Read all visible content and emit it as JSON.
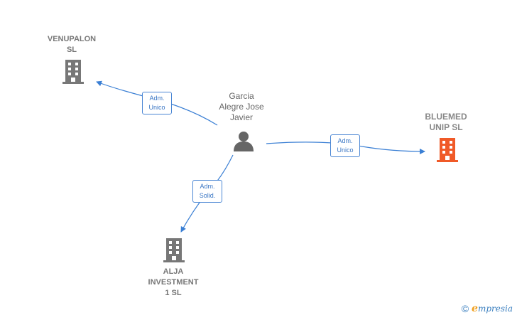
{
  "nodes": {
    "venupalon": {
      "label": "VENUPALON\nSL"
    },
    "bluemed": {
      "label": "BLUEMED\nUNIP  SL"
    },
    "alja": {
      "label": "ALJA\nINVESTMENT\n1 SL"
    },
    "person": {
      "label": "Garcia\nAlegre Jose\nJavier"
    }
  },
  "edges": {
    "to_venupalon": {
      "label": "Adm.\nUnico"
    },
    "to_bluemed": {
      "label": "Adm.\nUnico"
    },
    "to_alja": {
      "label": "Adm.\nSolid."
    }
  },
  "colors": {
    "company": "#777777",
    "company_highlight": "#f05a28",
    "person": "#666666",
    "edge": "#3a7fd4"
  },
  "footer": {
    "copyright_symbol": "©",
    "brand_initial": "e",
    "brand_rest": "mpresia"
  }
}
